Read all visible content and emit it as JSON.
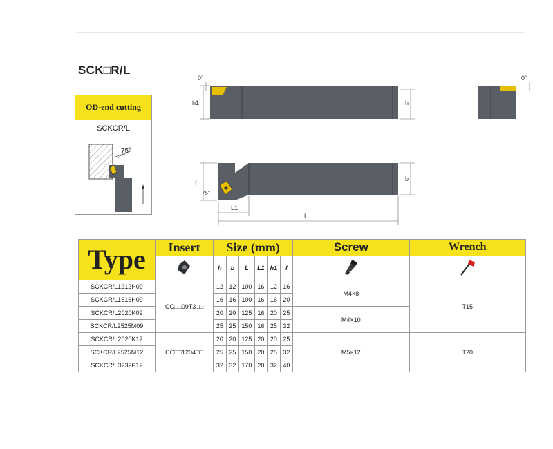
{
  "title": "SCK□R/L",
  "panel": {
    "label": "OD-end cutting",
    "code": "SCKCR/L",
    "angle": "75°"
  },
  "drawing": {
    "top_view": {
      "angle_label": "0°",
      "dim_h1": "h1",
      "dim_h": "h"
    },
    "side_view": {
      "angle_label": "0°"
    },
    "plan_view": {
      "angle_label": "75°",
      "dim_f": "f",
      "dim_b": "b",
      "dim_L1": "L1",
      "dim_L": "L"
    }
  },
  "table": {
    "headers": {
      "type": "Type",
      "insert": "Insert",
      "size": "Size (mm)",
      "screw": "Screw",
      "wrench": "Wrench"
    },
    "size_columns": [
      "h",
      "b",
      "L",
      "L1",
      "h1",
      "f"
    ],
    "rows": [
      {
        "model": "SCKCR/L1212H09",
        "sizes": [
          "12",
          "12",
          "100",
          "16",
          "12",
          "16"
        ]
      },
      {
        "model": "SCKCR/L1616H09",
        "sizes": [
          "16",
          "16",
          "100",
          "16",
          "16",
          "20"
        ]
      },
      {
        "model": "SCKCR/L2020K09",
        "sizes": [
          "20",
          "20",
          "125",
          "16",
          "20",
          "25"
        ]
      },
      {
        "model": "SCKCR/L2525M09",
        "sizes": [
          "25",
          "25",
          "150",
          "16",
          "25",
          "32"
        ]
      },
      {
        "model": "SCKCR/L2020K12",
        "sizes": [
          "20",
          "20",
          "125",
          "20",
          "20",
          "25"
        ]
      },
      {
        "model": "SCKCR/L2525M12",
        "sizes": [
          "25",
          "25",
          "150",
          "20",
          "25",
          "32"
        ]
      },
      {
        "model": "SCKCR/L3232P12",
        "sizes": [
          "32",
          "32",
          "170",
          "20",
          "32",
          "40"
        ]
      }
    ],
    "insert_groups": [
      "CC□□09T3□□",
      "CC□□1204□□"
    ],
    "screw_groups": [
      "M4×8",
      "M4×10",
      "M5×12"
    ],
    "wrench_groups": [
      "T15",
      "T20"
    ]
  },
  "colors": {
    "accent_yellow": "#f6e21a",
    "tool_body": "#5a5f66",
    "insert": "#e6c000"
  }
}
